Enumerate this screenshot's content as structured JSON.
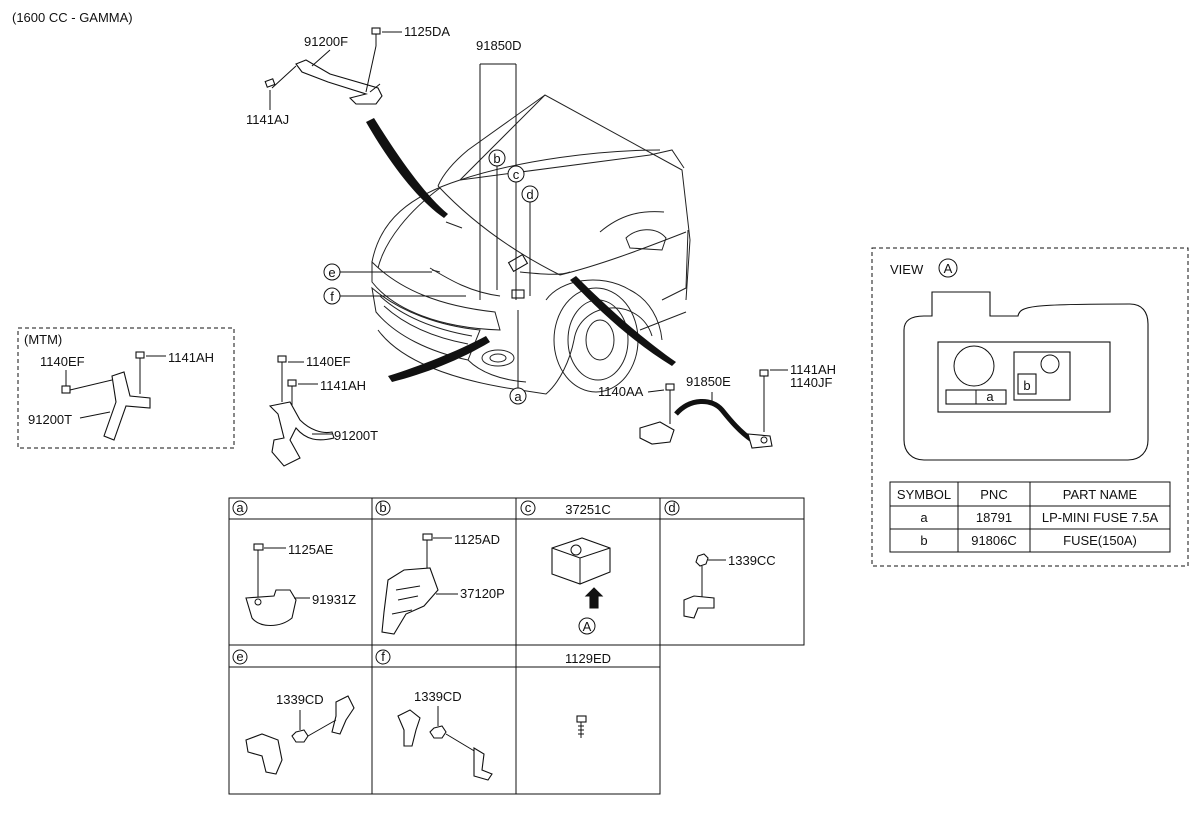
{
  "header": {
    "engine": "(1600 CC - GAMMA)"
  },
  "mtm": {
    "title": "(MTM)"
  },
  "labels": {
    "p91200F": "91200F",
    "p1125DA": "1125DA",
    "p1141AJ": "1141AJ",
    "p91850D": "91850D",
    "mtm_1140EF": "1140EF",
    "mtm_1141AH": "1141AH",
    "mtm_91200T": "91200T",
    "p1140EF": "1140EF",
    "p1141AH": "1141AH",
    "p91200T": "91200T",
    "p1141AH_r": "1141AH",
    "p1140JF": "1140JF",
    "p1140AA": "1140AA",
    "p91850E": "91850E"
  },
  "callouts": {
    "a": "a",
    "b": "b",
    "c": "c",
    "d": "d",
    "e": "e",
    "f": "f",
    "A": "A"
  },
  "details": {
    "a": {
      "letter": "a",
      "parts": [
        "1125AE",
        "91931Z"
      ]
    },
    "b": {
      "letter": "b",
      "parts": [
        "1125AD",
        "37120P"
      ]
    },
    "c": {
      "letter": "c",
      "header": "37251C",
      "view": "A"
    },
    "d": {
      "letter": "d",
      "parts": [
        "1339CC"
      ]
    },
    "e": {
      "letter": "e",
      "parts": [
        "1339CD"
      ]
    },
    "f": {
      "letter": "f",
      "parts": [
        "1339CD"
      ]
    },
    "g": {
      "header": "1129ED"
    }
  },
  "view": {
    "title": "VIEW",
    "marker": "A",
    "fuse_labels": [
      "a",
      "b"
    ],
    "table": {
      "headers": [
        "SYMBOL",
        "PNC",
        "PART NAME"
      ],
      "rows": [
        [
          "a",
          "18791",
          "LP-MINI FUSE 7.5A"
        ],
        [
          "b",
          "91806C",
          "FUSE(150A)"
        ]
      ]
    }
  }
}
